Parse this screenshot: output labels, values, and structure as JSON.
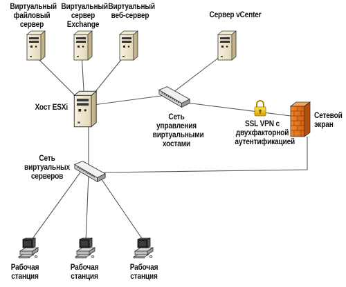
{
  "labels": {
    "file_server": [
      "Виртуальный",
      "файловый",
      "сервер"
    ],
    "exchange_server": [
      "Виртуальный",
      "сервер",
      "Exchange"
    ],
    "web_server": [
      "Виртуальный",
      "веб-сервер"
    ],
    "vcenter_server": [
      "Сервер vCenter"
    ],
    "esxi_host": [
      "Хост ESXi"
    ],
    "management_network": [
      "Сеть",
      "управления",
      "виртуальными",
      "хостами"
    ],
    "ssl_vpn": [
      "SSL VPN с",
      "двухфакторной",
      "аутентификацией"
    ],
    "firewall": [
      "Сетевой",
      "экран"
    ],
    "server_network": [
      "Сеть",
      "виртуальных",
      "серверов"
    ],
    "workstation_1": [
      "Рабочая",
      "станция"
    ],
    "workstation_2": [
      "Рабочая",
      "станция"
    ],
    "workstation_3": [
      "Рабочая",
      "станция"
    ]
  },
  "colors": {
    "line": "#555555",
    "server_body": "#efe6cf",
    "firewall_orange": "#e87722",
    "lock_gold": "#f2c500"
  },
  "icons": {
    "file_server": "server-tower-icon",
    "exchange_server": "server-tower-icon",
    "web_server": "server-tower-icon",
    "vcenter_server": "server-tower-icon",
    "esxi_host": "server-tower-icon",
    "management_switch": "network-switch-icon",
    "server_switch": "network-switch-icon",
    "firewall": "firewall-icon",
    "lock": "padlock-icon",
    "workstation": "computer-workstation-icon"
  }
}
